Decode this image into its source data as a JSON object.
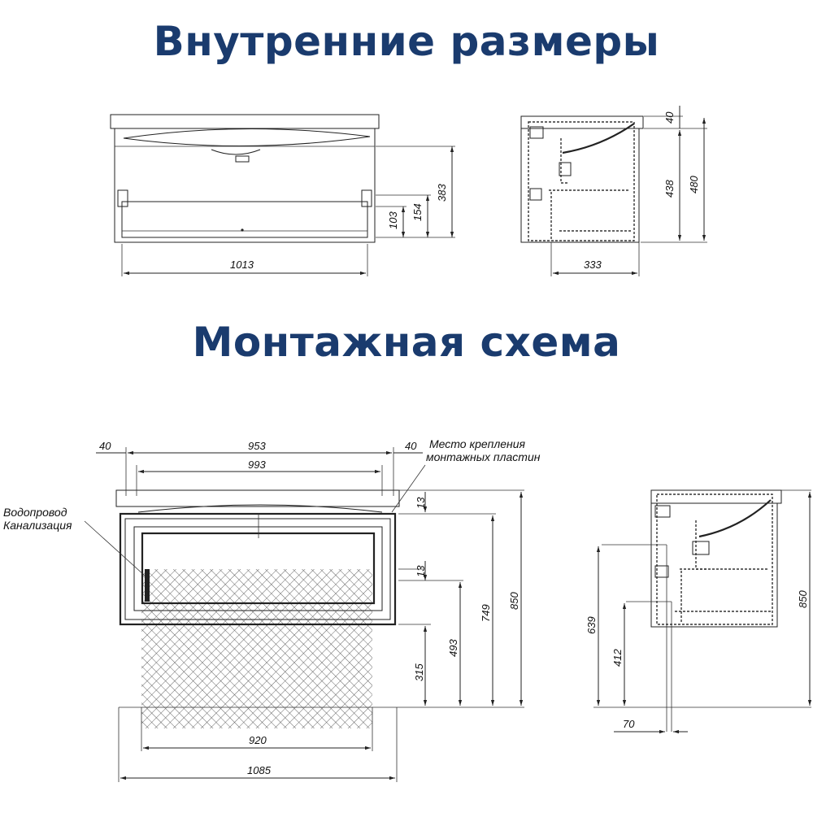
{
  "headings": {
    "internal": "Внутренние размеры",
    "mounting": "Монтажная схема"
  },
  "internal_front": {
    "width": "1013",
    "h1": "103",
    "h2": "154",
    "h3": "383"
  },
  "internal_side": {
    "top": "40",
    "inner": "438",
    "total": "480",
    "depth": "333"
  },
  "mount_front": {
    "left_offset": "40",
    "right_offset": "40",
    "w953": "953",
    "w993": "993",
    "d13a": "13",
    "d13b": "13",
    "h315": "315",
    "h493": "493",
    "h749": "749",
    "h850": "850",
    "w920": "920",
    "w1085": "1085",
    "note_plates_1": "Место крепления",
    "note_plates_2": "монтажных пластин",
    "note_pipes_1": "Водопровод",
    "note_pipes_2": "Канализация"
  },
  "mount_side": {
    "h639": "639",
    "h412": "412",
    "w70": "70",
    "h850": "850"
  },
  "colors": {
    "heading": "#1a3b6e",
    "line": "#222222"
  }
}
